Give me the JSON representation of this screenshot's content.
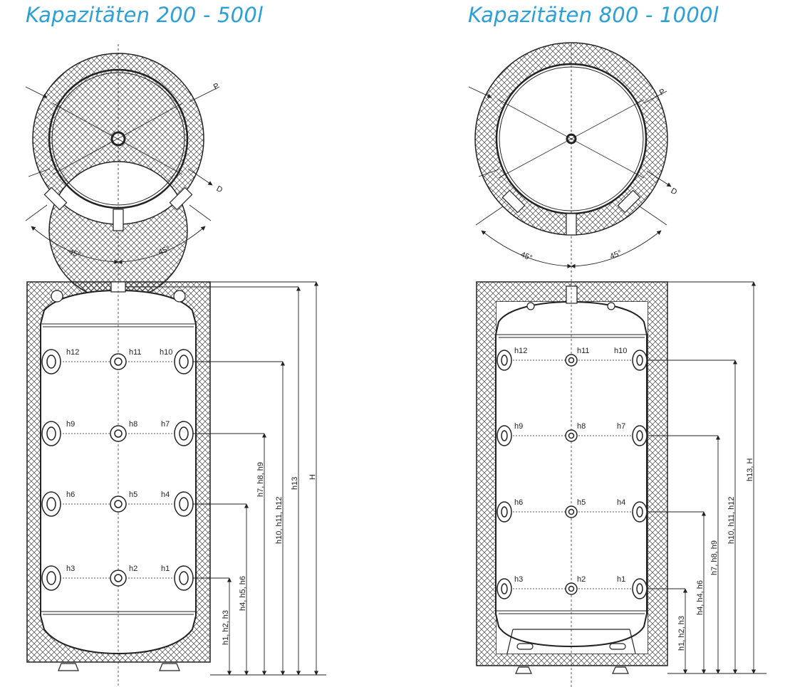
{
  "titles": {
    "left": "Kapazitäten 200 - 500l",
    "right": "Kapazitäten 800 - 1000l"
  },
  "top_view": {
    "label_p": "P",
    "label_d": "D",
    "angle_left": "45°",
    "angle_right": "45°"
  },
  "connections": {
    "row1": [
      "h12",
      "h11",
      "h10"
    ],
    "row2": [
      "h9",
      "h8",
      "h7"
    ],
    "row3": [
      "h6",
      "h5",
      "h4"
    ],
    "row4": [
      "h3",
      "h2",
      "h1"
    ]
  },
  "dimensions_left": [
    "h1, h2, h3",
    "h4, h5, h6",
    "h7, h8, h9",
    "h10, h11, h12",
    "h13",
    "H"
  ],
  "dimensions_right": [
    "h1, h2, h3",
    "h4, h4, h6",
    "h7, h8, h9",
    "h10, h11, h12",
    "h13, H"
  ],
  "colors": {
    "title": "#2a9fd8",
    "line": "#222222"
  }
}
